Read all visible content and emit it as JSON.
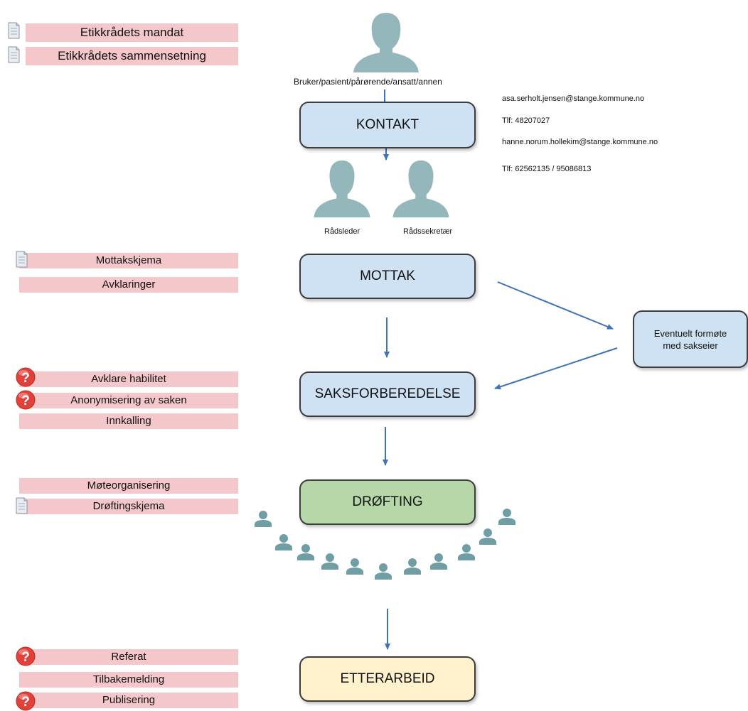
{
  "left_items": [
    {
      "label": "Etikkrådets mandat"
    },
    {
      "label": "Etikkrådets sammensetning"
    },
    {
      "label": "Mottakskjema"
    },
    {
      "label": "Avklaringer"
    },
    {
      "label": "Avklare habilitet"
    },
    {
      "label": "Anonymisering av saken"
    },
    {
      "label": "Innkalling"
    },
    {
      "label": "Møteorganisering"
    },
    {
      "label": "Drøftingskjema"
    },
    {
      "label": "Referat"
    },
    {
      "label": "Tilbakemelding"
    },
    {
      "label": "Publisering"
    }
  ],
  "people": {
    "top_caption": "Bruker/pasient/pårørende/ansatt/annen",
    "leader": "Rådsleder",
    "secretary": "Rådssekretær"
  },
  "contact": {
    "line1": "asa.serholt.jensen@stange.kommune.no",
    "line2": "Tlf: 48207027",
    "line3": "hanne.norum.hollekim@stange.kommune.no",
    "line4": "Tlf: 62562135 / 95086813"
  },
  "steps": {
    "kontakt": "KONTAKT",
    "mottak": "MOTTAK",
    "saksforberedelse": "SAKSFORBEREDELSE",
    "drofting": "DRØFTING",
    "etterarbeid": "ETTERARBEID"
  },
  "side_box": {
    "line1": "Eventuelt formøte",
    "line2": "med sakseier"
  },
  "colors": {
    "pink_bar": "#f4c7ca",
    "blue_box": "#cfe2f3",
    "green_box": "#b6d7a8",
    "yellow_box": "#fff2cc",
    "arrow": "#3f72b8",
    "person": "#94b7bb",
    "question_icon": "#e3403a"
  }
}
